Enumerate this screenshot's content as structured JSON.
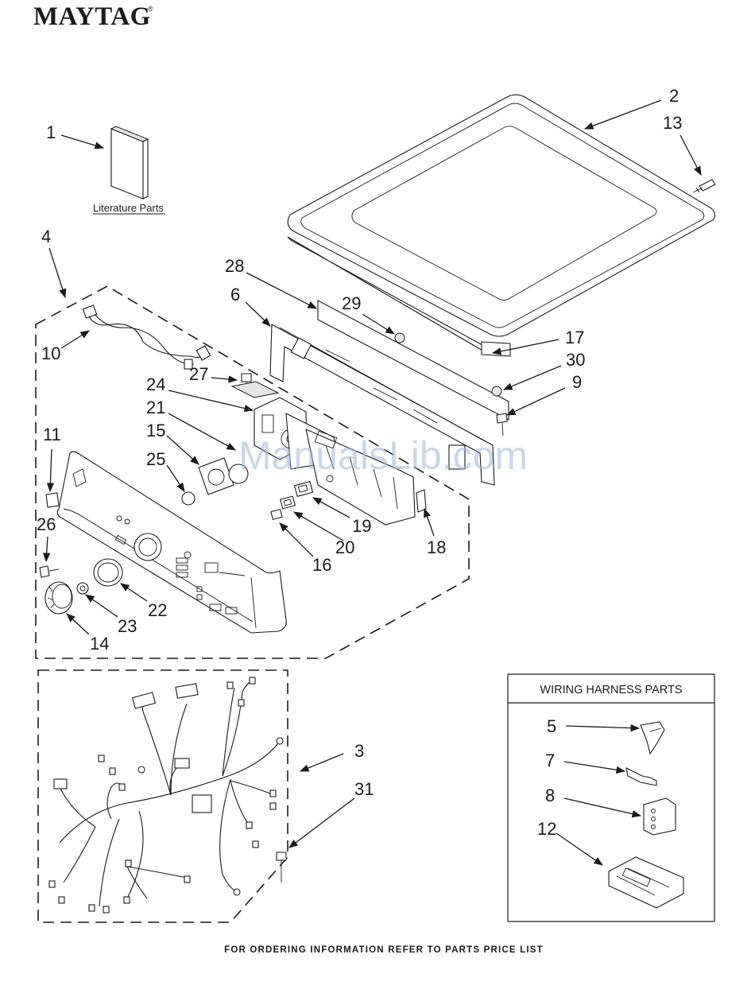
{
  "brand": "MAYTAG",
  "registered_mark": "®",
  "literature_label": "Literature Parts",
  "wiring_box_title": "WIRING HARNESS PARTS",
  "footer_note": "FOR ORDERING INFORMATION REFER TO PARTS PRICE LIST",
  "watermark": "ManualsLib.com",
  "callouts": {
    "c1": "1",
    "c2": "2",
    "c3": "3",
    "c4": "4",
    "c5": "5",
    "c6": "6",
    "c7": "7",
    "c8": "8",
    "c9": "9",
    "c10": "10",
    "c11": "11",
    "c12": "12",
    "c13": "13",
    "c14": "14",
    "c15": "15",
    "c16": "16",
    "c17": "17",
    "c18": "18",
    "c19": "19",
    "c20": "20",
    "c21": "21",
    "c22": "22",
    "c23": "23",
    "c24": "24",
    "c25": "25",
    "c26": "26",
    "c27": "27",
    "c28": "28",
    "c29": "29",
    "c30": "30",
    "c31": "31"
  }
}
